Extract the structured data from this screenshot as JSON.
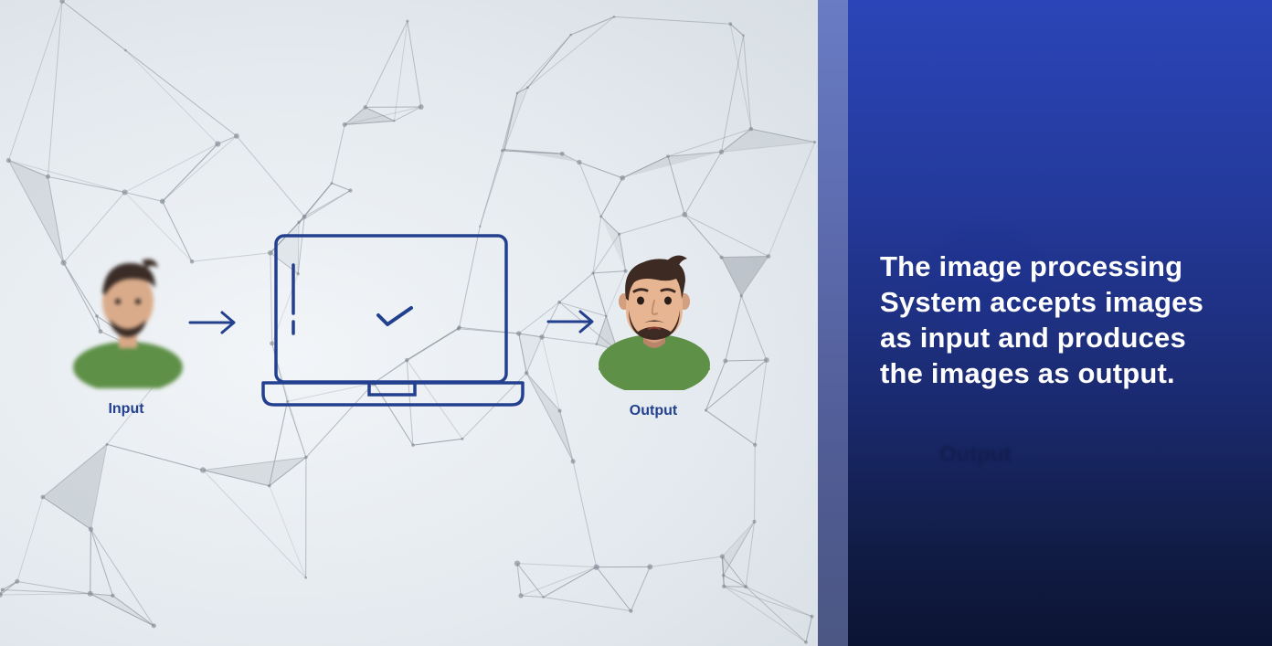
{
  "diagram": {
    "input_label": "Input",
    "output_label": "Output",
    "caption_lines": [
      "The image processing",
      "System accepts images",
      "as input and produces",
      "the images as output."
    ],
    "background_ghost_text": "Output",
    "colors": {
      "accent": "#23408f",
      "shirt": "#5e9047",
      "panel_top": "#2b45b8",
      "panel_bottom": "#0c1433",
      "caption_text": "#ffffff"
    }
  }
}
